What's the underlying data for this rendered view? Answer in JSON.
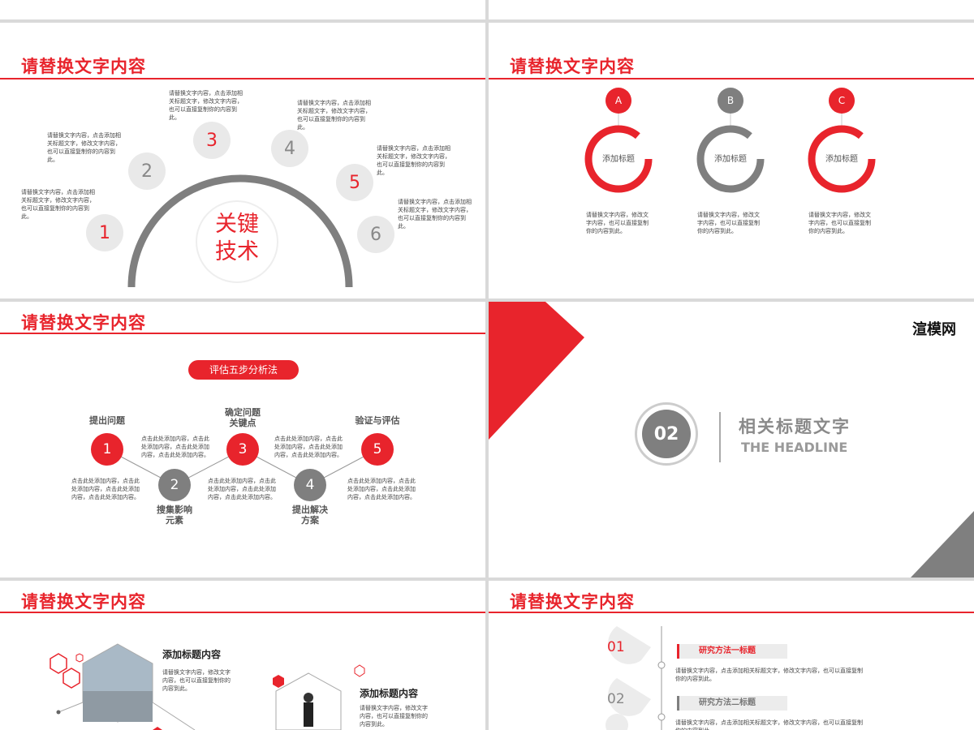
{
  "colors": {
    "accent": "#e8242c",
    "gray": "#7f7f7f"
  },
  "slide_title": "请替换文字内容",
  "placeholder_short": "请替换文字内容，点击添加相关标题文字，修改文字内容，也可以直接复制你的内容到此。",
  "slide1": {
    "center_line1": "关键",
    "center_line2": "技术",
    "bubbles": [
      "1",
      "2",
      "3",
      "4",
      "5",
      "6"
    ]
  },
  "slide2": {
    "items": [
      {
        "letter": "A",
        "title": "添加标题",
        "desc": "请替换文字内容，修改文字内容，也可以直接复制你的内容到此。"
      },
      {
        "letter": "B",
        "title": "添加标题",
        "desc": "请替换文字内容，修改文字内容，也可以直接复制你的内容到此。"
      },
      {
        "letter": "C",
        "title": "添加标题",
        "desc": "请替换文字内容，修改文字内容，也可以直接复制你的内容到此。"
      }
    ]
  },
  "slide3": {
    "pill": "评估五步分析法",
    "steps": [
      {
        "n": "1",
        "label": "提出问题"
      },
      {
        "n": "2",
        "label": "搜集影响元素"
      },
      {
        "n": "3",
        "label": "确定问题关键点"
      },
      {
        "n": "4",
        "label": "提出解决方案"
      },
      {
        "n": "5",
        "label": "验证与评估"
      }
    ],
    "desc": "点击此处添加内容，点击此处添加内容，点击此处添加内容，点击此处添加内容。"
  },
  "slide4": {
    "brand": "渲模网",
    "number": "02",
    "title_cn": "相关标题文字",
    "title_en": "THE HEADLINE"
  },
  "slide5": {
    "item1_title": "添加标题内容",
    "item1_desc": "请替换文字内容，修改文字内容，也可以直接复制你的内容到此。",
    "item2_title": "添加标题内容",
    "item2_desc": "请替换文字内容，修改文字内容，也可以直接复制你的内容到此。"
  },
  "slide6": {
    "rows": [
      {
        "n": "01",
        "title": "研究方法一标题",
        "desc": "请替换文字内容，点击添加相关标题文字，修改文字内容，也可以直接复制你的内容到此。"
      },
      {
        "n": "02",
        "title": "研究方法二标题",
        "desc": "请替换文字内容，点击添加相关标题文字，修改文字内容，也可以直接复制你的内容到此。"
      }
    ]
  }
}
